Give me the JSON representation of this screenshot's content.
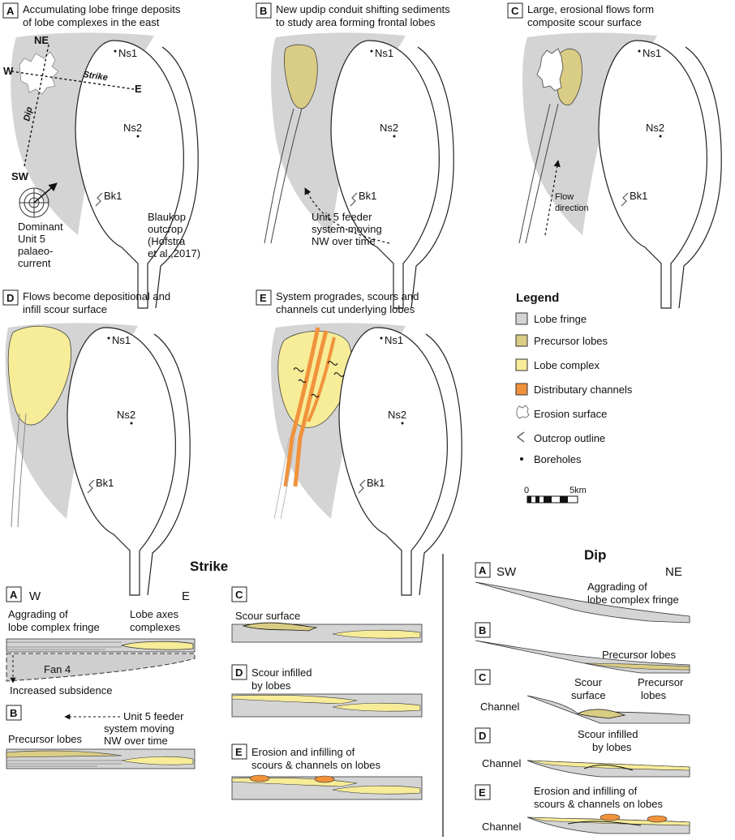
{
  "colors": {
    "lobe_fringe": "#d4d4d4",
    "precursor_lobes": "#d9cc84",
    "lobe_complex": "#f7ec98",
    "distributary_channels": "#f0923c",
    "outline": "#222222"
  },
  "panels": [
    {
      "letter": "A",
      "title_lines": [
        "Accumulating lobe fringe deposits",
        "of lobe complexes in the east"
      ]
    },
    {
      "letter": "B",
      "title_lines": [
        "New updip conduit shifting sediments",
        "to study area forming frontal lobes"
      ]
    },
    {
      "letter": "C",
      "title_lines": [
        "Large, erosional flows form",
        "composite scour surface"
      ]
    },
    {
      "letter": "D",
      "title_lines": [
        "Flows become depositional and",
        "infill scour surface"
      ]
    },
    {
      "letter": "E",
      "title_lines": [
        "System progrades, scours and",
        "channels cut underlying lobes"
      ]
    }
  ],
  "boreholes": {
    "ns1": "Ns1",
    "ns2": "Ns2",
    "bk1": "Bk1"
  },
  "compass": {
    "ne": "NE",
    "w": "W",
    "e": "E",
    "sw": "SW",
    "strike": "Strike",
    "dip": "Dip"
  },
  "panel_a": {
    "paleo_lines": [
      "Dominant",
      "Unit 5",
      "palaeo-",
      "current"
    ],
    "outcrop_lines": [
      "Blaukop",
      "outcrop",
      "(Hofstra",
      "et al.,2017)"
    ]
  },
  "panel_b": {
    "feeder_lines": [
      "Unit 5 feeder",
      "system moving",
      "NW over time"
    ]
  },
  "panel_c": {
    "flow_lines": [
      "Flow",
      "direction"
    ]
  },
  "legend": {
    "title": "Legend",
    "items": [
      {
        "label": "Lobe fringe"
      },
      {
        "label": "Precursor lobes"
      },
      {
        "label": "Lobe complex"
      },
      {
        "label": "Distributary channels"
      },
      {
        "label": "Erosion surface"
      },
      {
        "label": "Outcrop outline"
      },
      {
        "label": "Boreholes"
      }
    ],
    "scale_start": "0",
    "scale_end": "5km"
  },
  "strike": {
    "header": "Strike",
    "a": {
      "letter": "A",
      "w": "W",
      "e": "E",
      "aggrading": [
        "Aggrading of",
        "lobe complex fringe"
      ],
      "axes": [
        "Lobe axes",
        "complexes"
      ],
      "fan": "Fan 4",
      "subsidence": "Increased subsidence"
    },
    "b": {
      "letter": "B",
      "feeder": [
        "Unit 5 feeder",
        "system moving",
        "NW over time"
      ],
      "precursor": "Precursor lobes"
    },
    "c": {
      "letter": "C",
      "scour": "Scour surface"
    },
    "d": {
      "letter": "D",
      "label": [
        "Scour infilled",
        "by lobes"
      ]
    },
    "e": {
      "letter": "E",
      "label": [
        "Erosion and infilling of",
        "scours & channels on lobes"
      ]
    }
  },
  "dip": {
    "header": "Dip",
    "a": {
      "letter": "A",
      "sw": "SW",
      "ne": "NE",
      "label": [
        "Aggrading of",
        "lobe complex fringe"
      ]
    },
    "b": {
      "letter": "B",
      "label": "Precursor lobes"
    },
    "c": {
      "letter": "C",
      "channel": "Channel",
      "scour": [
        "Scour",
        "surface"
      ],
      "precursor": [
        "Precursor",
        "lobes"
      ]
    },
    "d": {
      "letter": "D",
      "channel": "Channel",
      "label": [
        "Scour infilled",
        "by lobes"
      ]
    },
    "e": {
      "letter": "E",
      "channel": "Channel",
      "label": [
        "Erosion and infilling of",
        "scours & channels on lobes"
      ]
    }
  }
}
